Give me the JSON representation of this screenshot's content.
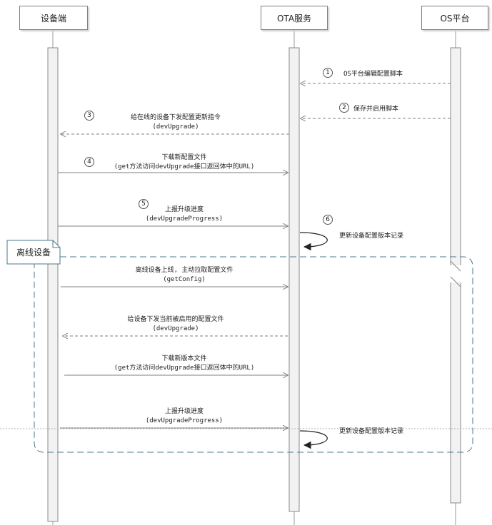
{
  "participants": [
    {
      "id": "device",
      "label": "设备端"
    },
    {
      "id": "ota",
      "label": "OTA服务"
    },
    {
      "id": "os",
      "label": "OS平台"
    }
  ],
  "note": {
    "label": "离线设备"
  },
  "messages": [
    {
      "id": "m1",
      "step": "1",
      "lines": [
        "OS平台编辑配置脚本"
      ],
      "from": "os",
      "to": "ota",
      "style": "dashed"
    },
    {
      "id": "m2",
      "step": "2",
      "lines": [
        "保存并启用脚本"
      ],
      "from": "os",
      "to": "ota",
      "style": "dashed"
    },
    {
      "id": "m3",
      "step": "3",
      "lines": [
        "给在线的设备下发配置更新指令",
        "(devUpgrade)"
      ],
      "from": "ota",
      "to": "device",
      "style": "dashed"
    },
    {
      "id": "m4",
      "step": "4",
      "lines": [
        "下载新配置文件",
        "(get方法访问devUpgrade接口返回体中的URL)"
      ],
      "from": "device",
      "to": "ota",
      "style": "solid"
    },
    {
      "id": "m5",
      "step": "5",
      "lines": [
        "上报升级进度",
        "(devUpgradeProgress)"
      ],
      "from": "device",
      "to": "ota",
      "style": "solid"
    },
    {
      "id": "m6",
      "step": "6",
      "lines": [
        "更新设备配置版本记录"
      ],
      "from": "ota",
      "to": "ota",
      "style": "self"
    },
    {
      "id": "m7",
      "step": "",
      "lines": [
        "离线设备上线, 主动拉取配置文件",
        "(getConfig)"
      ],
      "from": "device",
      "to": "ota",
      "style": "solid"
    },
    {
      "id": "m8",
      "step": "",
      "lines": [
        "给设备下发当前被启用的配置文件",
        "(devUpgrade)"
      ],
      "from": "ota",
      "to": "device",
      "style": "dashed"
    },
    {
      "id": "m9",
      "step": "",
      "lines": [
        "下载新版本文件",
        "(get方法访问devUpgrade接口返回体中的URL)"
      ],
      "from": "device",
      "to": "ota",
      "style": "solid"
    },
    {
      "id": "m10",
      "step": "",
      "lines": [
        "上报升级进度",
        "(devUpgradeProgress)"
      ],
      "from": "device",
      "to": "ota",
      "style": "solid"
    },
    {
      "id": "m11",
      "step": "",
      "lines": [
        "更新设备配置版本记录"
      ],
      "from": "ota",
      "to": "ota",
      "style": "self"
    }
  ],
  "colors": {
    "line": "#7f7f7f",
    "region": "#4a7a8c",
    "note_fill": "#ffffff"
  }
}
